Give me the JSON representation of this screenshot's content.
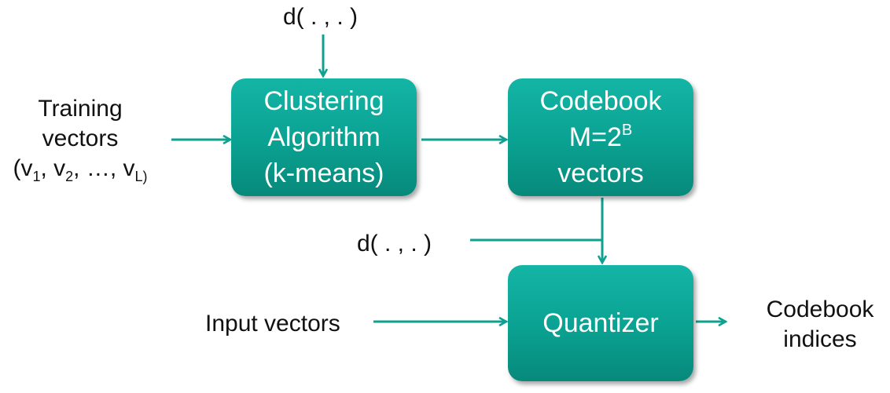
{
  "colors": {
    "box_fill": "#0aa191",
    "arrow": "#0fa090",
    "text": "#111111",
    "box_text": "#ffffff"
  },
  "distance_top": "d( . , . )",
  "distance_mid": "d( . , . )",
  "training": {
    "line1": "Training",
    "line2": "vectors",
    "open": "(",
    "v": "v",
    "sub1": "1",
    "sep1": ", ",
    "sub2": "2",
    "sep2": ", …, ",
    "subL": "L)"
  },
  "clustering": {
    "line1": "Clustering",
    "line2": "Algorithm",
    "line3": "(k-means)"
  },
  "codebook": {
    "line1": "Codebook",
    "line2_base": "M=2",
    "line2_sup": "B",
    "line3": "vectors"
  },
  "quantizer": "Quantizer",
  "input_vectors": "Input vectors",
  "output": {
    "line1": "Codebook",
    "line2": "indices"
  }
}
